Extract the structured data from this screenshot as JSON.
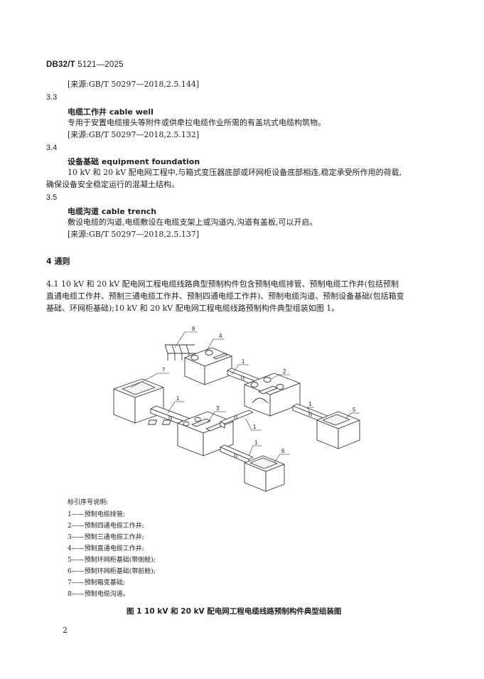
{
  "header": {
    "prefix": "DB32/T",
    "number": " 5121—2025"
  },
  "lines": {
    "source_1": "[来源:GB/T 50297—2018,2.5.144]",
    "s33_num": "3.3",
    "s33_term": "电缆工作井    cable well",
    "s33_def": "专用于安置电缆接头等附件或供牵拉电缆作业所需的有盖坑式电缆构筑物。",
    "s33_src": "[来源:GB/T 50297—2018,2.5.132]",
    "s34_num": "3.4",
    "s34_term": "设备基础    equipment foundation",
    "s34_def1": "10 kV 和 20 kV 配电网工程中,与箱式变压器底部或环网柜设备底部相连,稳定承受所作用的荷载,",
    "s34_def2": "确保设备安全稳定运行的混凝土结构。",
    "s35_num": "3.5",
    "s35_term": "电缆沟道    cable trench",
    "s35_def": "敷设电缆的沟道,电缆敷设在电缆支架上或沟道内,沟道有盖板,可以开启。",
    "s35_src": "[来源:GB/T 50297—2018,2.5.137]",
    "s4_title": "4   通则",
    "s41_l1": "4.1   10 kV 和 20 kV 配电网工程电缆线路典型预制构件包含预制电缆排管、预制电缆工作井(包括预制",
    "s41_l2": "直通电缆工作井、预制三通电缆工作井、预制四通电缆工作井)、预制电缆沟道、预制设备基础(包括箱变",
    "s41_l3": "基础、环网柜基础);10 kV 和 20 kV 配电网工程电缆线路预制构件典型组装如图 1。"
  },
  "figure": {
    "callouts": [
      "1",
      "2",
      "3",
      "4",
      "5",
      "6",
      "7",
      "8"
    ],
    "callout_1_extra": [
      "1",
      "1",
      "1",
      "1"
    ]
  },
  "legend": {
    "title": "标引序号说明:",
    "items": [
      "1——预制电缆排管;",
      "2——预制四通电缆工作井;",
      "3——预制三通电缆工作井;",
      "4——预制直通电缆工作井;",
      "5——预制环网柜基础(带侧舱);",
      "6——预制环网柜基础(带前舱);",
      "7——预制箱变基础;",
      "8——预制电缆沟道。"
    ]
  },
  "caption": "图 1    10 kV 和 20 kV 配电网工程电缆线路预制构件典型组装图",
  "page_number": "2"
}
